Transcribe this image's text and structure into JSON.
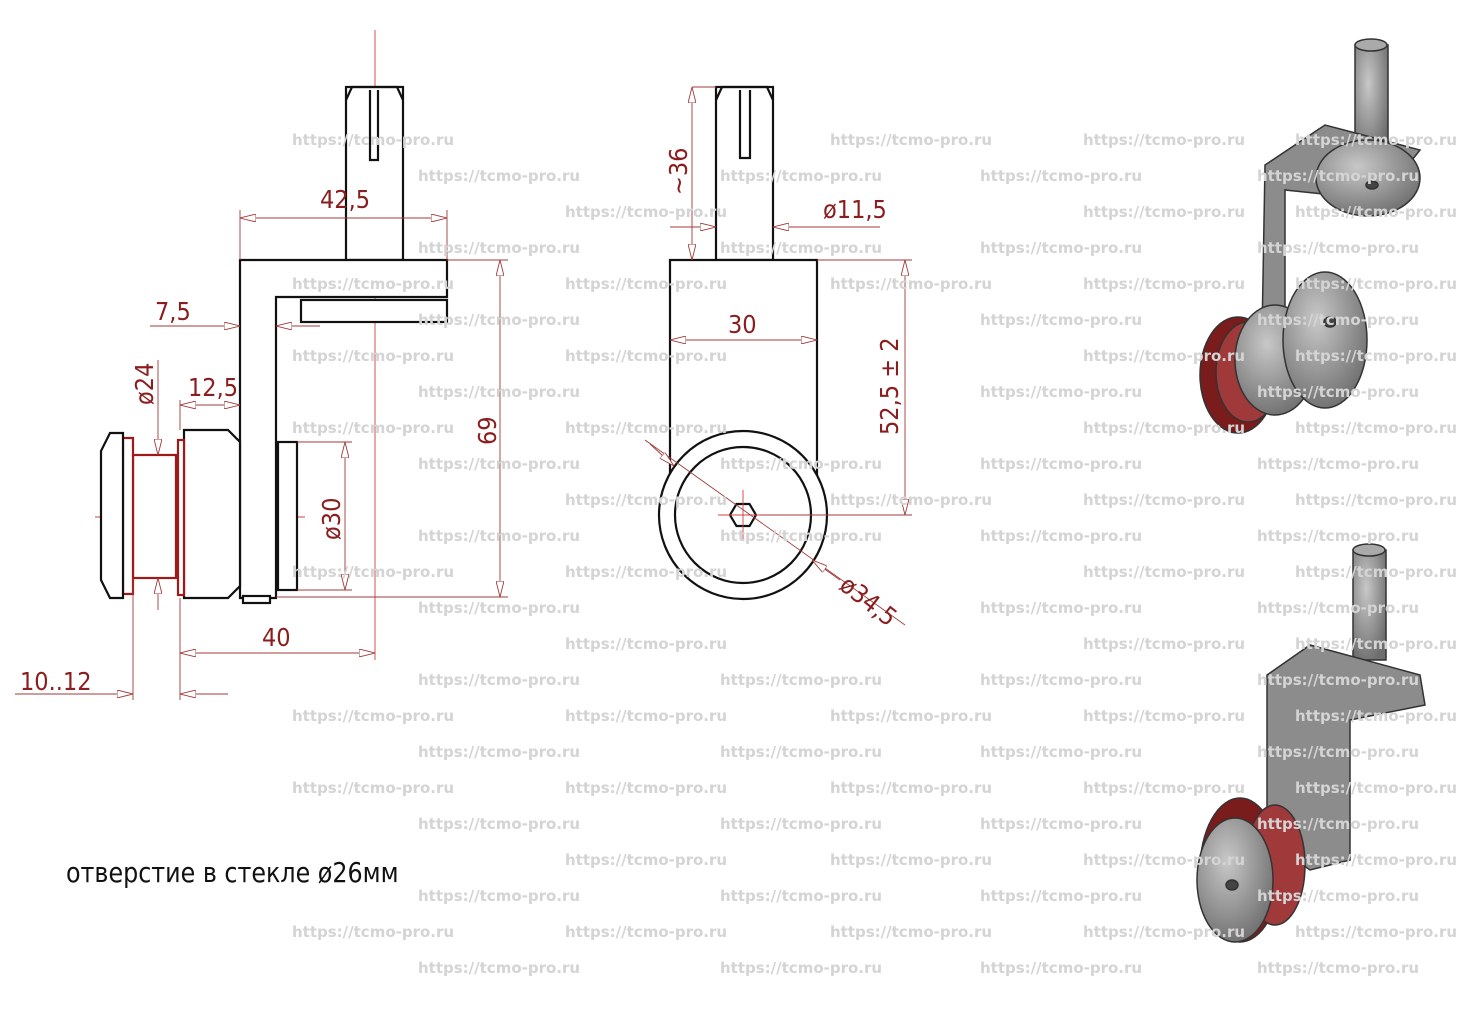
{
  "watermark": "https://tcmo-pro.ru",
  "caption": "отверстие в стекле ø26мм",
  "side_view": {
    "dim_width": "42,5",
    "dim_arm": "7,5",
    "dim_gap": "12,5",
    "dim_inner_dia": "ø24",
    "dim_disc_dia": "ø30",
    "dim_height": "69",
    "dim_offset": "40",
    "dim_glass": "10..12"
  },
  "front_view": {
    "dim_pin_length": "~36",
    "dim_pin_dia": "ø11,5",
    "dim_body_width": "30",
    "dim_center": "52,5 ± 2",
    "dim_outer_dia": "ø34,5"
  },
  "colors": {
    "line": "#111111",
    "dimension": "#8a1e1e",
    "gasket": "#a01818",
    "render_metal": "#8c8c8c"
  }
}
